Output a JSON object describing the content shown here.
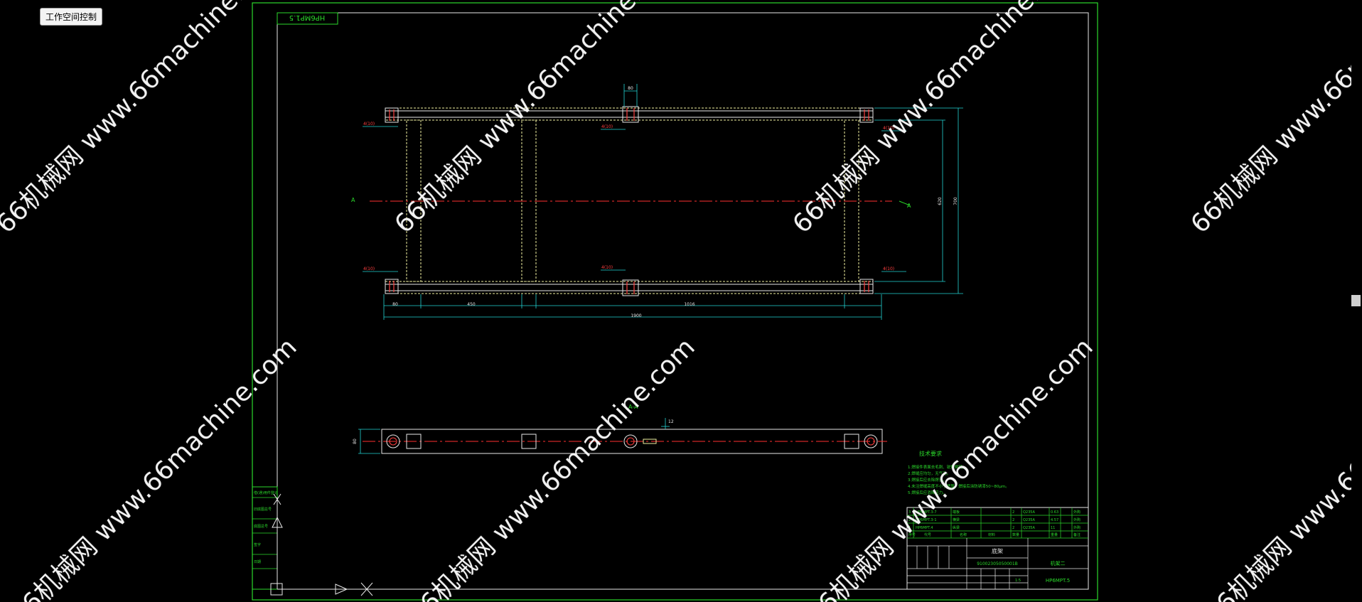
{
  "workspace": {
    "button_label": "工作空间控制"
  },
  "drawing": {
    "stamp": "HP6MP1.5",
    "section_mark": "A",
    "section_label": "A-A",
    "tech_title": "技术要求",
    "tech_notes": [
      "1.焊接件表面去毛刺、锐角倒钝。",
      "2.焊缝应均匀，无气孔。",
      "3.焊接后应去除焊渣。",
      "4.未注焊缝高度不小于壁厚，焊接后涂防锈漆50~80μm。",
      "5.焊接后应消除应力。"
    ],
    "dim_labels": {
      "top_small": "80",
      "overall_length": "1900",
      "segment_left": "450",
      "segment_right": "1016",
      "left_offset": "80",
      "height_outer": "700",
      "height_inner": "620",
      "section_height": "80",
      "section_offset": "12"
    },
    "weld_callouts": [
      "4(10)",
      "4(10)",
      "4(10)",
      "4(10)",
      "4(10)",
      "4(10)"
    ],
    "title_block": {
      "parts_rows": [
        [
          "3",
          "HP6MPT.3-7",
          "端板",
          "2",
          "Q235A",
          "0.63",
          "外购"
        ],
        [
          "2",
          "HP6MPT.3-1",
          "横梁",
          "2",
          "Q235A",
          "4.57",
          "外购"
        ],
        [
          "1",
          "HP6MPT.4",
          "纵梁",
          "2",
          "Q235A",
          "11",
          "外购"
        ]
      ],
      "header": [
        "序号",
        "代号",
        "名称",
        "数量",
        "材料",
        "重量",
        "备注"
      ],
      "drawing_name": "底架",
      "drawing_code": "91002305050001B",
      "assembly": "机架二",
      "sheet_code": "HP6MPT.5",
      "scale": "1:5"
    },
    "left_stamp_labels": [
      "借(通)用件登记",
      "旧底图总号",
      "底图总号",
      "签字",
      "日期"
    ],
    "watermark": "66机械网 www.66machine.com"
  }
}
